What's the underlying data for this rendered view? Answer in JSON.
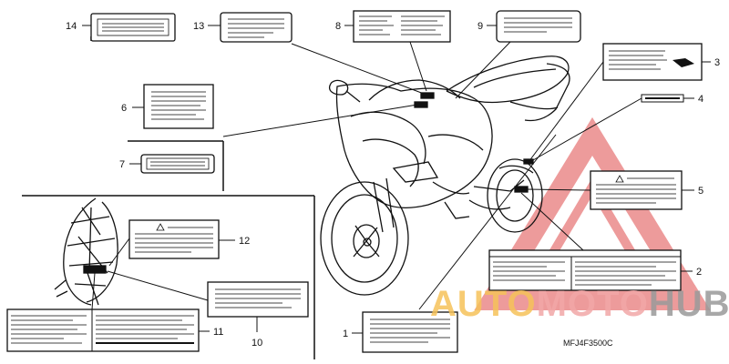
{
  "diagram": {
    "part_code": "MFJ4F3500C",
    "callouts": [
      "1",
      "2",
      "3",
      "4",
      "5",
      "6",
      "7",
      "8",
      "9",
      "10",
      "11",
      "12",
      "13",
      "14"
    ]
  },
  "watermark": {
    "part1": "AUTO",
    "part2": "MOTO",
    "part3": "HUB",
    "colors": {
      "auto": "#f6c25a",
      "moto": "#f2a7a7",
      "hub": "#9a9a9a",
      "logo": "#e04a4a"
    }
  }
}
